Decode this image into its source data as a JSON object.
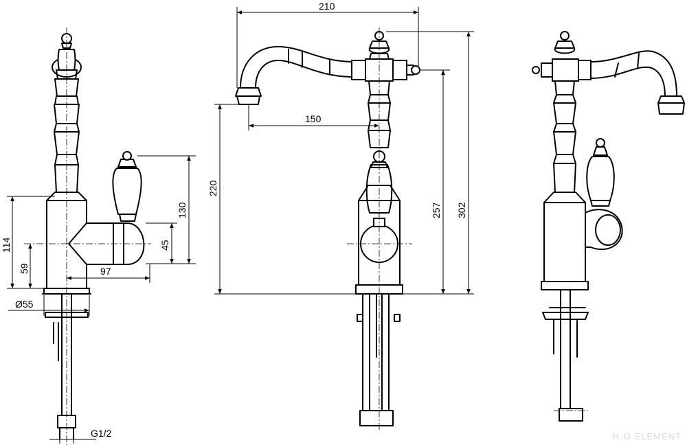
{
  "dimensions": {
    "overall_width": "210",
    "spout_reach": "150",
    "spout_height": "220",
    "handle_height": "257",
    "total_height": "302",
    "lever_height": "130",
    "body_height": "114",
    "outlet_height": "59",
    "handle_offset": "45",
    "side_reach": "97",
    "base_diameter": "Ø55",
    "thread": "G1/2"
  },
  "watermark": {
    "text": "H₂O ELEMENT",
    "color": "#d6dbe2"
  }
}
